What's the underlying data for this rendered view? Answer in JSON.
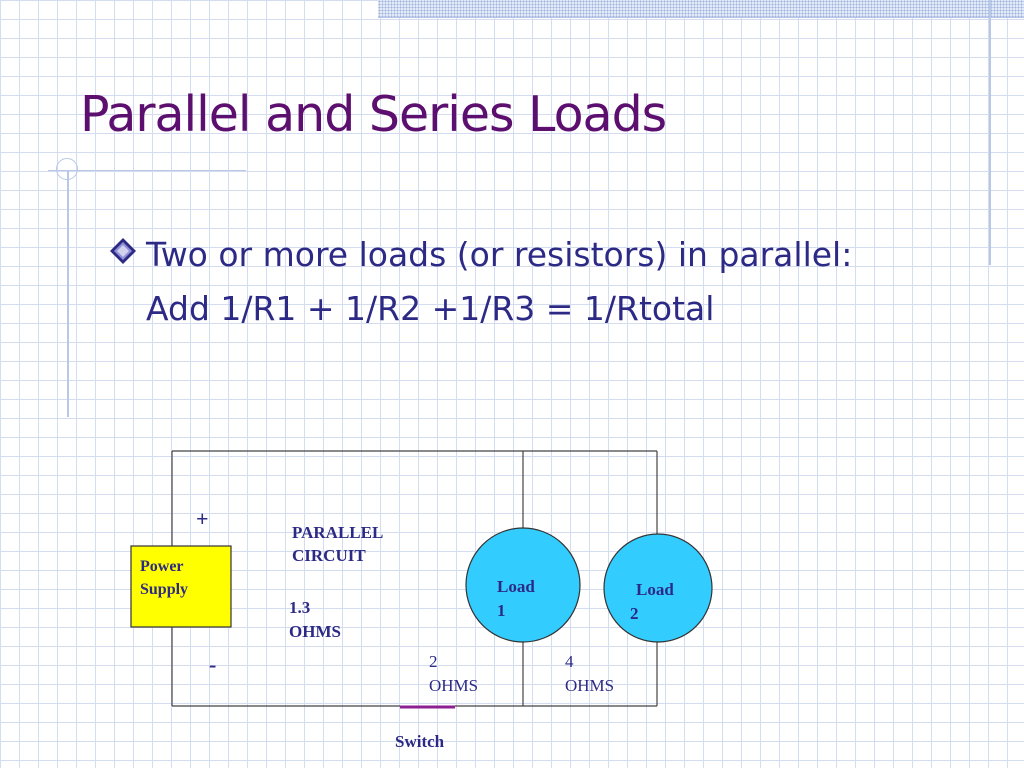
{
  "slide": {
    "title": "Parallel and Series Loads",
    "bullet": "Two or more loads (or resistors) in parallel: Add 1/R1 + 1/R2 +1/R3 = 1/Rtotal"
  },
  "diagram": {
    "plus": "+",
    "minus": "-",
    "power_supply": [
      "Power",
      "Supply"
    ],
    "circuit_title": [
      "PARALLEL",
      "CIRCUIT"
    ],
    "total_resistance": [
      "1.3",
      "OHMS"
    ],
    "load1": [
      "Load",
      "1"
    ],
    "load2": [
      "Load",
      "2"
    ],
    "load1_resistance": [
      "2",
      "OHMS"
    ],
    "load2_resistance": [
      "4",
      "OHMS"
    ],
    "switch_label": "Switch",
    "colors": {
      "title": "#5c0f6e",
      "text": "#2d2a86",
      "power_supply_fill": "#ffff00",
      "load_fill": "#33ccff",
      "switch": "#8e1f93"
    }
  }
}
